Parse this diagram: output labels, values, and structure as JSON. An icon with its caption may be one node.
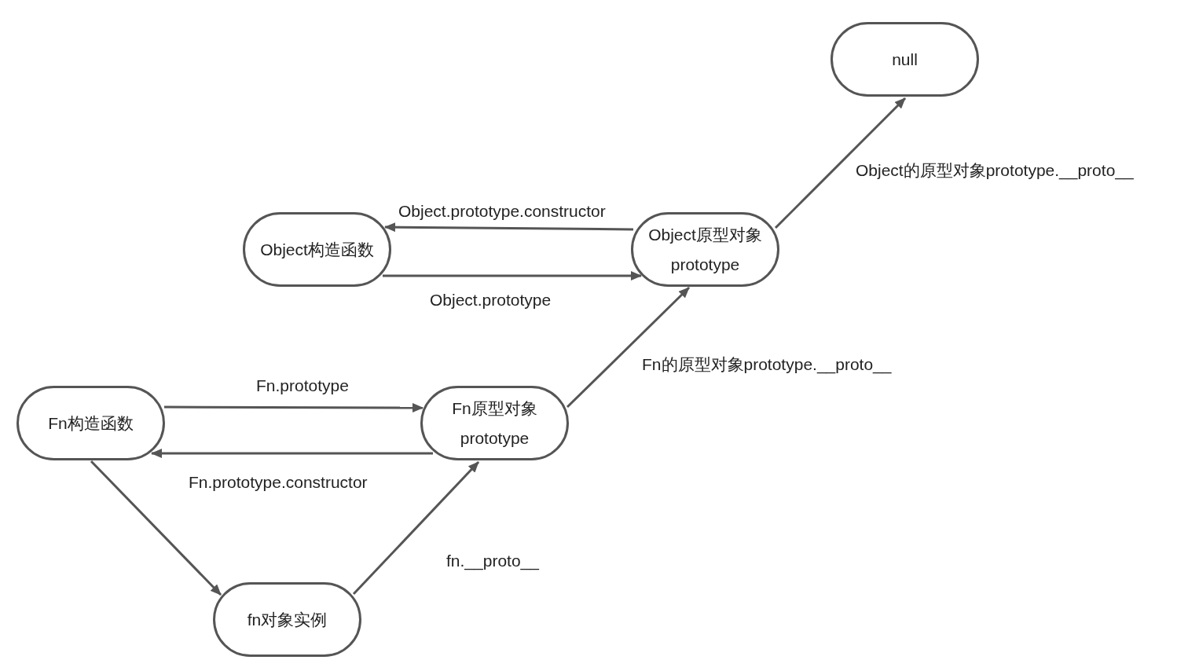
{
  "diagram": {
    "nodes": [
      {
        "text": [
          "null"
        ]
      },
      {
        "text": [
          "Object构造函数"
        ]
      },
      {
        "text": [
          "Object原型对象",
          "prototype"
        ]
      },
      {
        "text": [
          "Fn构造函数"
        ]
      },
      {
        "text": [
          "Fn原型对象",
          "prototype"
        ]
      },
      {
        "text": [
          "fn对象实例"
        ]
      }
    ],
    "edges": [
      {
        "from": 2,
        "to": 0,
        "arrow": "to",
        "label": "Object的原型对象prototype.__proto__"
      },
      {
        "from": 2,
        "to": 1,
        "arrow": "to",
        "label": "Object.prototype.constructor"
      },
      {
        "from": 1,
        "to": 2,
        "arrow": "to",
        "label": "Object.prototype"
      },
      {
        "from": 4,
        "to": 2,
        "arrow": "to",
        "label": "Fn的原型对象prototype.__proto__"
      },
      {
        "from": 3,
        "to": 4,
        "arrow": "to",
        "label": "Fn.prototype"
      },
      {
        "from": 4,
        "to": 3,
        "arrow": "to",
        "label": "Fn.prototype.constructor"
      },
      {
        "from": 3,
        "to": 5,
        "arrow": "to"
      },
      {
        "from": 5,
        "to": 4,
        "arrow": "to",
        "label": "fn.__proto__"
      }
    ]
  }
}
